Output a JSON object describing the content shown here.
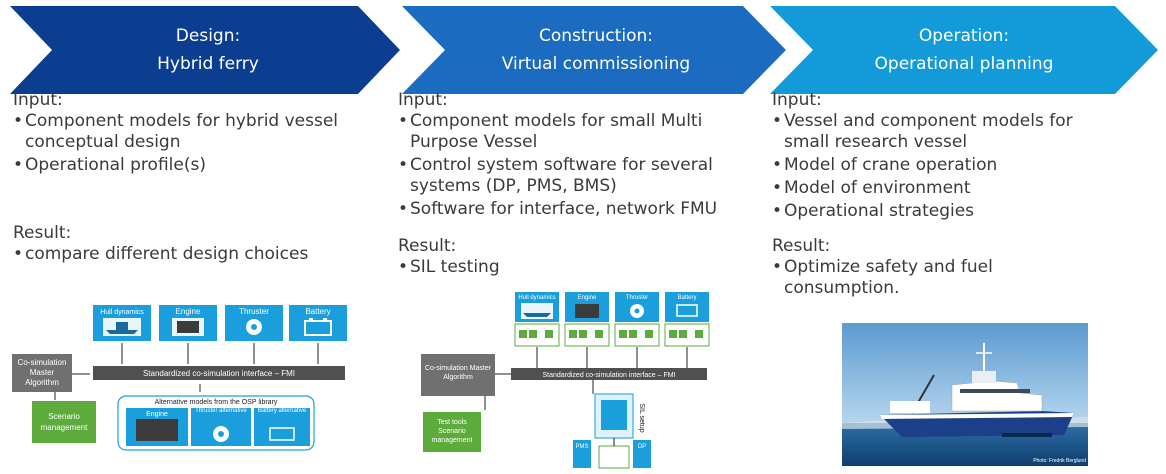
{
  "phases": [
    {
      "title": "Design:",
      "subtitle": "Hybrid ferry",
      "color": "#0b3e90"
    },
    {
      "title": "Construction:",
      "subtitle": "Virtual commissioning",
      "color": "#1b6bc0"
    },
    {
      "title": "Operation:",
      "subtitle": "Operational planning",
      "color": "#139ad8"
    }
  ],
  "columns": [
    {
      "input_label": "Input:",
      "inputs": [
        "Component models for hybrid vessel conceptual design",
        "Operational profile(s)"
      ],
      "result_label": "Result:",
      "results": [
        "compare different design choices"
      ]
    },
    {
      "input_label": "Input:",
      "inputs": [
        "Component models for small Multi Purpose Vessel",
        "Control system software for several systems (DP, PMS, BMS)",
        "Software for interface, network FMU"
      ],
      "result_label": "Result:",
      "results": [
        "SIL testing"
      ]
    },
    {
      "input_label": "Input:",
      "inputs": [
        "Vessel and component models for small research vessel",
        "Model of crane operation",
        "Model of environment",
        "Operational strategies"
      ],
      "result_label": "Result:",
      "results": [
        "Optimize safety and fuel consumption."
      ]
    }
  ],
  "diagram1": {
    "models": [
      "Hull dynamics",
      "Engine",
      "Thruster",
      "Battery"
    ],
    "master": "Co-simulation Master Algorithm",
    "interface": "Standardized co-simulation interface – FMI",
    "scenario": "Scenario management",
    "alt_title": "Alternative models from the OSP library",
    "alt_models": [
      "Engine",
      "Thruster alternative",
      "Battery alternative"
    ]
  },
  "diagram2": {
    "models": [
      "Hull dynamics",
      "Engine",
      "Thruster",
      "Battery"
    ],
    "master": "Co-simulation Master Algorithm",
    "interface": "Standardized co-simulation interface – FMI",
    "test": "Test tools Scenario management",
    "sil": "SIL setup",
    "pms": "PMS",
    "dp": "DP"
  },
  "photo": {
    "credit": "Photo: Fredrik Berglund"
  },
  "colors": {
    "model_blue": "#1a9fdc",
    "grey": "#707070",
    "green": "#5dab3c",
    "dark_bar": "#505050"
  }
}
